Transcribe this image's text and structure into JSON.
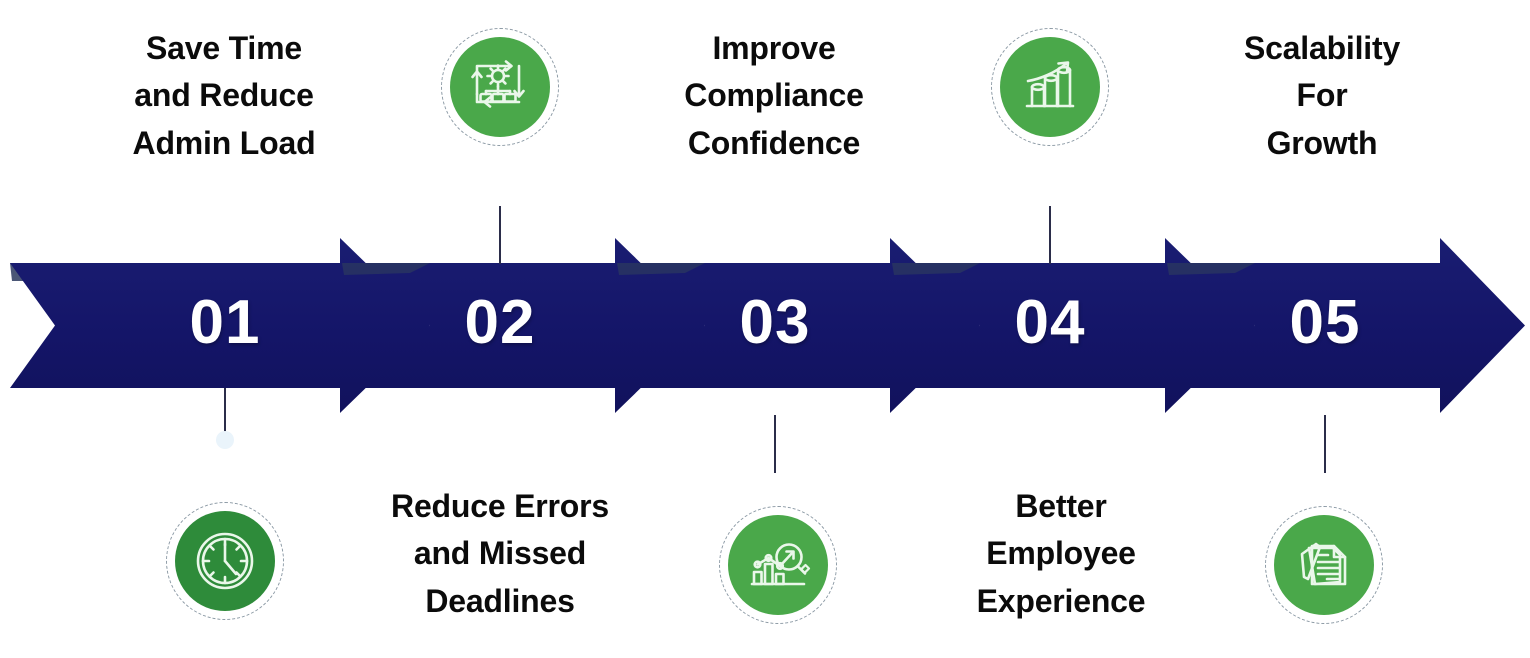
{
  "theme": {
    "navy": "#141568",
    "navy_shadow": "#2c3a5e",
    "green": "#4aa84a",
    "green_dark": "#2e8b3a",
    "icon_stroke": "#eaf7ea",
    "text": "#0b0b0b",
    "connector": "#2b2d4a",
    "dashed_ring": "#8c9aa5",
    "background": "#ffffff"
  },
  "steps": [
    {
      "number": "01",
      "label": "Save Time\nand Reduce\nAdmin Load",
      "label_position": "top",
      "icon": "clock-icon",
      "icon_position": "bottom",
      "icon_color": "#2e8b3a"
    },
    {
      "number": "02",
      "label": "Reduce Errors\nand Missed\nDeadlines",
      "label_position": "bottom",
      "icon": "workflow-automation-icon",
      "icon_position": "top",
      "icon_color": "#4aa84a"
    },
    {
      "number": "03",
      "label": "Improve\nCompliance\nConfidence",
      "label_position": "top",
      "icon": "data-analysis-magnifier-icon",
      "icon_position": "bottom",
      "icon_color": "#4aa84a"
    },
    {
      "number": "04",
      "label": "Better\nEmployee\nExperience",
      "label_position": "bottom",
      "icon": "growth-bar-chart-icon",
      "icon_position": "top",
      "icon_color": "#4aa84a"
    },
    {
      "number": "05",
      "label": "Scalability\nFor\nGrowth",
      "label_position": "top",
      "icon": "documents-stack-icon",
      "icon_position": "bottom",
      "icon_color": "#4aa84a"
    }
  ]
}
